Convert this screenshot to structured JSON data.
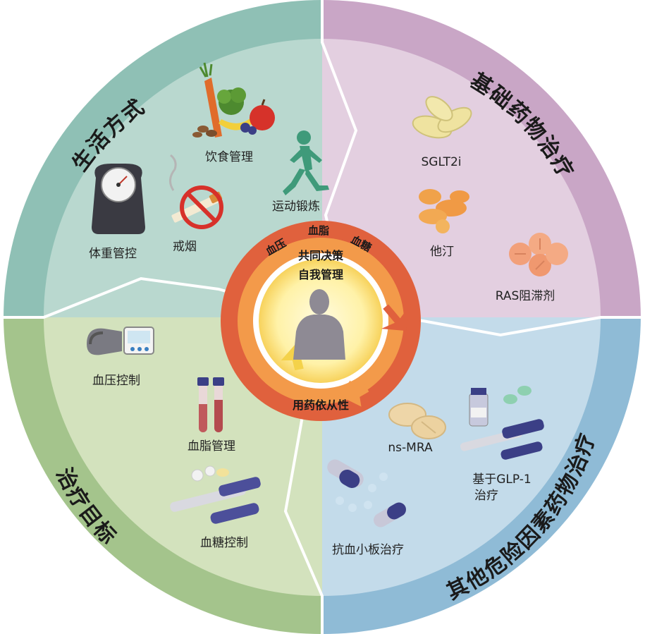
{
  "quadrants": {
    "lifestyle": {
      "title": "生活方式",
      "color": "#b9d8cf",
      "ring_color": "#8fc0b5",
      "items": [
        "饮食管理",
        "运动锻炼",
        "体重管控",
        "戒烟"
      ]
    },
    "basic_drug": {
      "title": "基础药物治疗",
      "color": "#e3cfe0",
      "ring_color": "#c9a6c6",
      "items": [
        "SGLT2i",
        "他汀",
        "RAS阻滞剂"
      ]
    },
    "treatment_goal": {
      "title": "治疗目标",
      "color": "#d3e2bd",
      "ring_color": "#a4c48c",
      "items": [
        "血压控制",
        "血脂管理",
        "血糖控制"
      ]
    },
    "other_risk": {
      "title": "其他危险因素药物治疗",
      "color": "#c3dbea",
      "ring_color": "#8fbbd6",
      "items": [
        "ns-MRA",
        "基于GLP-1",
        "治疗",
        "抗血小板治疗"
      ]
    }
  },
  "center": {
    "top_labels": [
      "血压",
      "血脂",
      "血糖"
    ],
    "line1": "共同决策",
    "line2": "自我管理",
    "bottom": "用药依从性"
  },
  "icons": {
    "diet": "food-icon",
    "exercise": "runner-icon",
    "weight": "scale-icon",
    "smoke": "no-smoking-icon",
    "sglt2i": "pill-oval-icon",
    "statin": "pill-capsule-icon",
    "ras": "tablet-round-icon",
    "bp": "blood-pressure-monitor-icon",
    "lipid": "blood-tube-icon",
    "glucose": "insulin-pen-icon",
    "nsmra": "tablet-icon",
    "glp1": "injection-pen-icon",
    "antiplatelet": "capsule-icon"
  }
}
